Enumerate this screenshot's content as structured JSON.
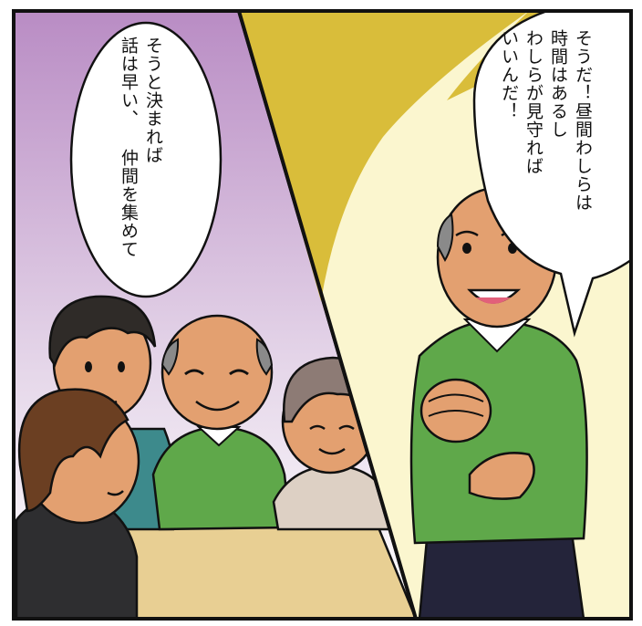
{
  "panels": {
    "left": {
      "speech": {
        "lines": [
          "そうと決まれば",
          "話は早い、 仲間を集めて"
        ]
      },
      "colors": {
        "background_top": "#b98cc4",
        "background_bottom": "#f4eef6"
      }
    },
    "right": {
      "speech": {
        "lines": [
          "そうだ！昼間わしらは",
          "時間はあるし",
          "わしらが見守れば",
          "いいんだ！"
        ]
      },
      "colors": {
        "background_top": "#d9bd3a",
        "spotlight": "#fbf6cf"
      }
    }
  },
  "colors": {
    "sweater_green": "#5fa84a",
    "skin": "#e3a070",
    "table": "#e8cf93",
    "outline": "#111111",
    "frame_border": "#111111"
  }
}
